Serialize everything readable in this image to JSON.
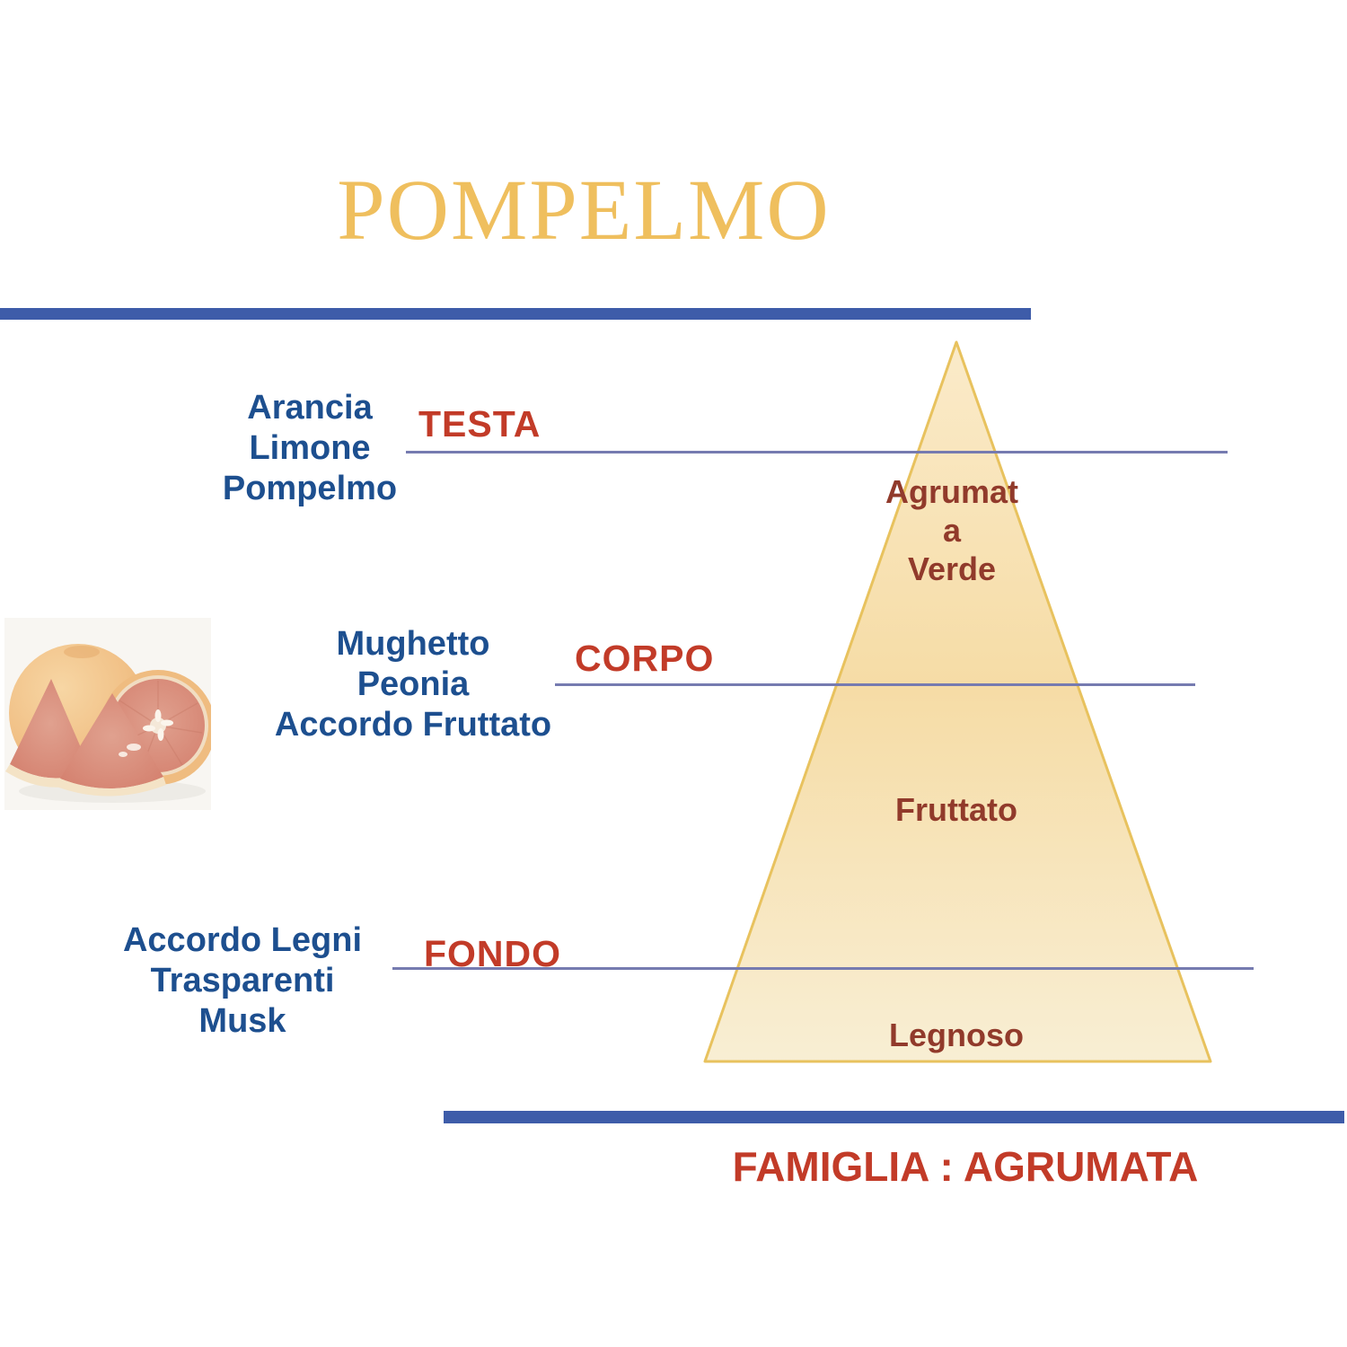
{
  "title": "POMPELMO",
  "pyramid": {
    "sections": [
      {
        "level_label": "TESTA",
        "notes": [
          "Arancia",
          "Limone",
          "Pompelmo"
        ],
        "accord_lines": [
          "Agrumat",
          "a",
          "Verde"
        ]
      },
      {
        "level_label": "CORPO",
        "notes": [
          "Mughetto",
          "Peonia",
          "Accordo Fruttato"
        ],
        "accord_lines": [
          "Fruttato"
        ]
      },
      {
        "level_label": "FONDO",
        "notes": [
          "Accordo Legni",
          "Trasparenti",
          "Musk"
        ],
        "accord_lines": [
          "Legnoso"
        ]
      }
    ]
  },
  "footer": {
    "family_label": "FAMIGLIA : AGRUMATA"
  },
  "image": {
    "name": "grapefruit-photo"
  },
  "colors": {
    "title_gold": "#efbf5e",
    "notes_blue": "#1d4f8f",
    "level_red": "#c23b28",
    "accord_maroon": "#913a2b",
    "divider_line": "#767bb0",
    "bar_blue": "#3e5ca9",
    "pyramid_fill_top": "#fae9c5",
    "pyramid_fill_mid": "#f5d99e",
    "pyramid_fill_bottom": "#f8edd0",
    "pyramid_border": "#e8c25e"
  }
}
